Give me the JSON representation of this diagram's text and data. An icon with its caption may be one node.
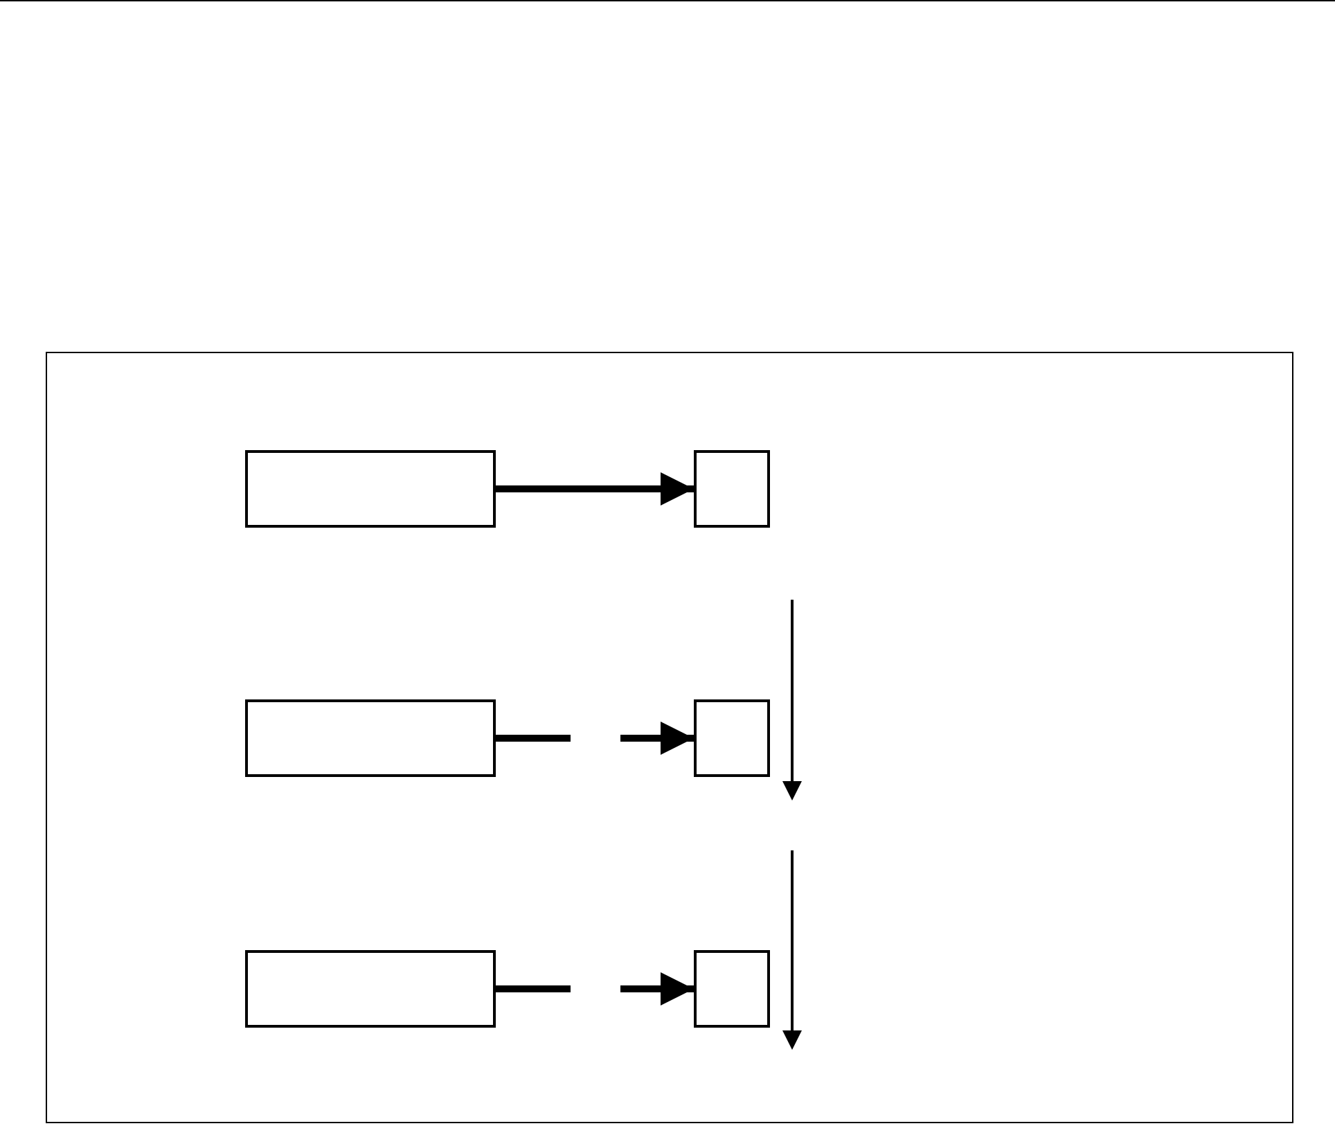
{
  "diagram": {
    "nodes": [
      {
        "text": [],
        "shape": "box"
      },
      {
        "text": [],
        "shape": "box",
        "in": 0
      },
      {
        "text": [],
        "shape": "box",
        "in": 0
      },
      {
        "text": [],
        "shape": "box",
        "in": 0
      },
      {
        "text": [],
        "shape": "box",
        "in": 0
      },
      {
        "text": [],
        "shape": "box",
        "in": 0
      },
      {
        "text": [],
        "shape": "box",
        "in": 0
      }
    ],
    "edges": [
      {
        "from": 1,
        "to": 2,
        "arrow": "to"
      },
      {
        "from": 3,
        "to": 4,
        "arrow": "to",
        "style": "dashed"
      },
      {
        "from": 5,
        "to": 6,
        "arrow": "to",
        "style": "dashed"
      }
    ]
  }
}
